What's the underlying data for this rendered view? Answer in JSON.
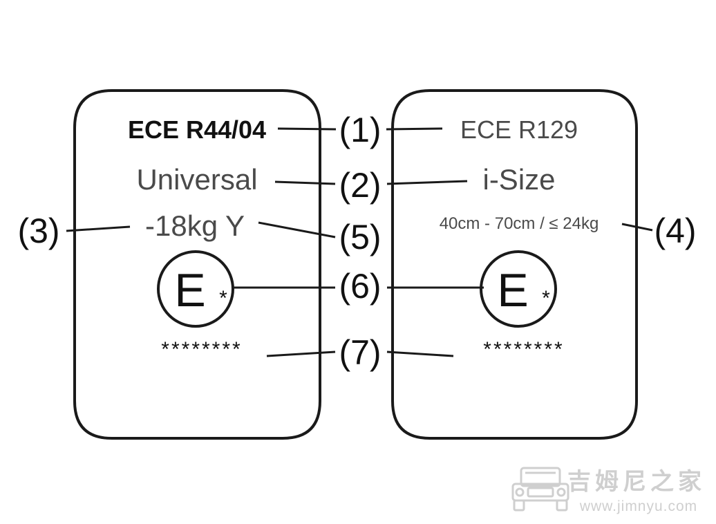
{
  "colors": {
    "ink": "#1a1a1a",
    "text_grey": "#4a4a4a",
    "watermark": "#cfcfcf",
    "background": "#ffffff"
  },
  "left_label": {
    "standard": "ECE R44/04",
    "category": "Universal",
    "weight": "-18kg Y",
    "approval_mark": "E",
    "approval_star": "*",
    "serial": "********"
  },
  "right_label": {
    "standard": "ECE R129",
    "category": "i-Size",
    "size_range": "40cm - 70cm / ≤ 24kg",
    "approval_mark": "E",
    "approval_star": "*",
    "serial": "********"
  },
  "callouts": {
    "c1": "(1)",
    "c2": "(2)",
    "c3": "(3)",
    "c4": "(4)",
    "c5": "(5)",
    "c6": "(6)",
    "c7": "(7)"
  },
  "watermark": {
    "icon": "jeep-icon",
    "name": "吉姆尼之家",
    "url": "www.jimnyu.com"
  }
}
